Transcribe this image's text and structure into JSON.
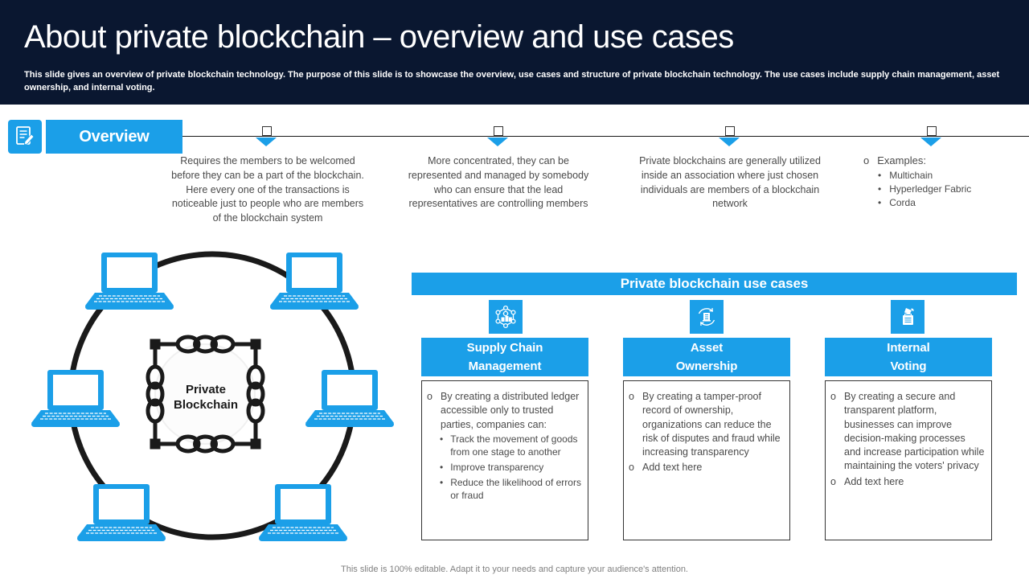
{
  "header": {
    "title": "About private blockchain – overview and use cases",
    "subtitle": "This slide gives an overview of private blockchain technology. The purpose of this slide is to showcase the overview, use cases and structure of private blockchain technology. The use cases include supply chain management,  asset ownership, and internal voting."
  },
  "colors": {
    "navy": "#0a1730",
    "blue": "#1b9fe8",
    "body_text": "#4a4a4a"
  },
  "overview": {
    "label": "Overview",
    "points": [
      {
        "text": "Requires the members to be welcomed before they can be a part of the blockchain. Here every one of the transactions is noticeable just to people who are members of the blockchain system"
      },
      {
        "text": "More concentrated, they can be represented and managed by somebody who can ensure that the lead representatives are controlling members"
      },
      {
        "text": "Private blockchains are generally utilized inside an association where just chosen individuals are members of a blockchain network"
      }
    ],
    "examples": {
      "heading": "Examples:",
      "items": [
        "Multichain",
        "Hyperledger  Fabric",
        "Corda"
      ]
    }
  },
  "diagram": {
    "center_label_line1": "Private",
    "center_label_line2": "Blockchain",
    "node_icon": "laptop-icon",
    "node_count": "6"
  },
  "usecases": {
    "banner": "Private blockchain use cases",
    "columns": [
      {
        "icon": "supply-chain-network-icon",
        "title_line1": "Supply Chain",
        "title_line2": "Management",
        "bullets": [
          {
            "text": "By creating a distributed ledger accessible only to trusted parties, companies can:",
            "sub": [
              "Track the movement  of goods from one stage to another",
              "Improve  transparency",
              "Reduce the likelihood of errors or fraud"
            ]
          }
        ]
      },
      {
        "icon": "asset-ownership-icon",
        "title_line1": "Asset",
        "title_line2": "Ownership",
        "bullets": [
          {
            "text": "By creating a tamper-proof record of ownership, organizations can reduce the risk of disputes and fraud while increasing transparency"
          },
          {
            "text": "Add text here"
          }
        ]
      },
      {
        "icon": "internal-voting-icon",
        "title_line1": "Internal",
        "title_line2": "Voting",
        "bullets": [
          {
            "text": "By creating a secure and transparent platform, businesses can improve decision-making processes and increase participation while maintaining the voters' privacy"
          },
          {
            "text": "Add text here"
          }
        ]
      }
    ]
  },
  "footer": "This slide is 100% editable. Adapt it to your needs and capture your audience's attention."
}
